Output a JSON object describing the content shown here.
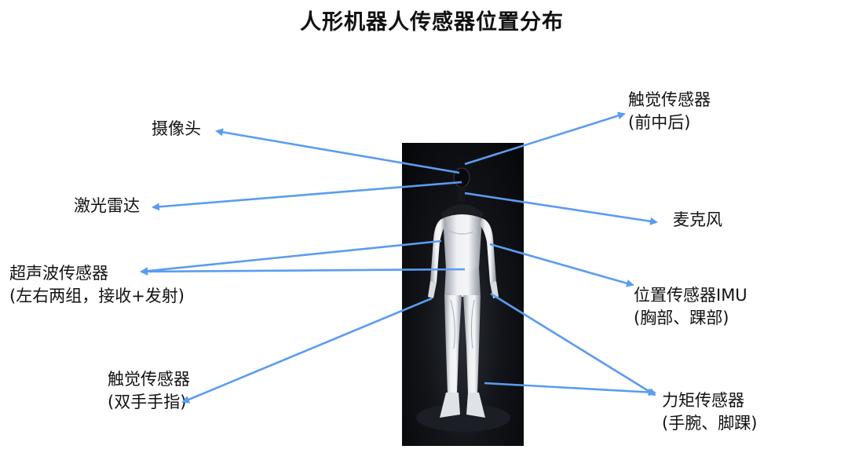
{
  "title": "人形机器人传感器位置分布",
  "labels": {
    "camera": {
      "line1": "摄像头"
    },
    "lidar": {
      "line1": "激光雷达"
    },
    "ultrasonic": {
      "line1": "超声波传感器",
      "line2": "(左右两组，接收+发射)"
    },
    "touch_hands": {
      "line1": "触觉传感器",
      "line2": "(双手手指)"
    },
    "touch_body": {
      "line1": "触觉传感器",
      "line2": "(前中后)"
    },
    "microphone": {
      "line1": "麦克风"
    },
    "imu": {
      "line1": "位置传感器IMU",
      "line2": "(胸部、踝部)"
    },
    "force_torque": {
      "line1": "力矩传感器",
      "line2": "(手腕、脚踝)"
    }
  },
  "colors": {
    "arrow": "#5b9cf0",
    "photo_background": "#0b0c10",
    "robot_body": "#e4e6ea"
  }
}
